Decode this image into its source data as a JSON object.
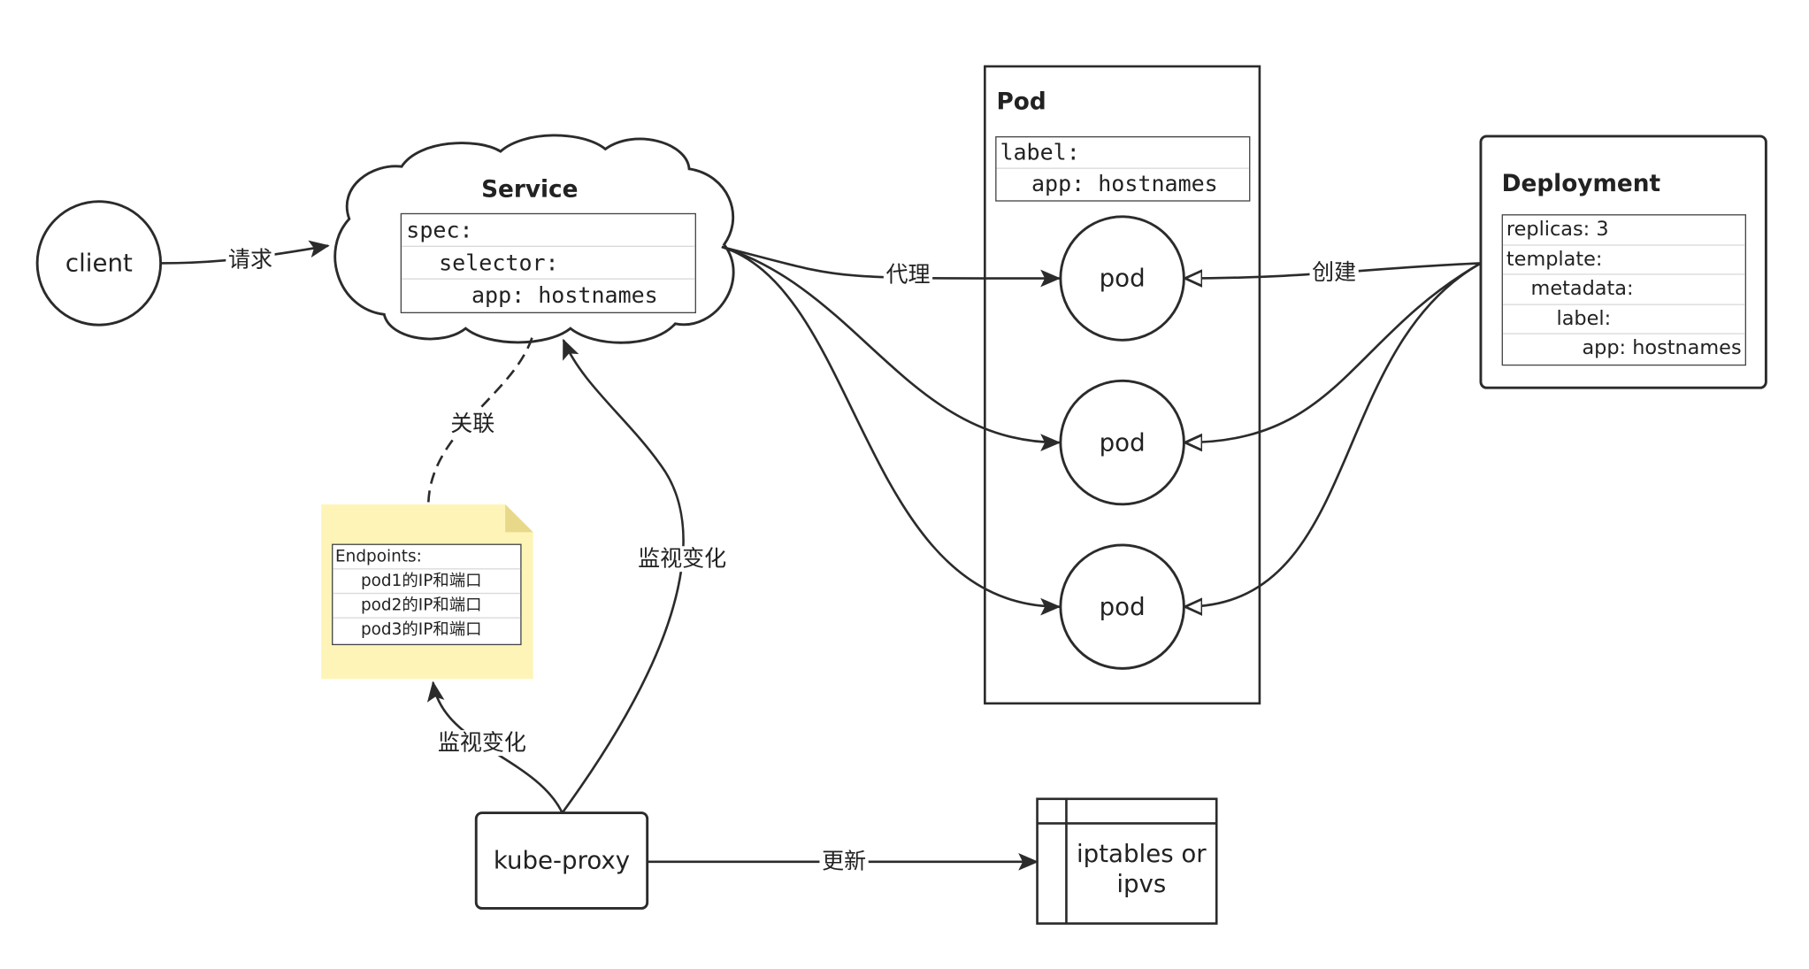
{
  "nodes": {
    "client": {
      "label": "client"
    },
    "service": {
      "title": "Service",
      "spec_lines": [
        "spec:",
        "selector:",
        "app: hostnames"
      ]
    },
    "pod_group": {
      "title": "Pod",
      "label_lines": [
        "label:",
        "app: hostnames"
      ],
      "pods": [
        "pod",
        "pod",
        "pod"
      ]
    },
    "deployment": {
      "title": "Deployment",
      "lines": [
        "replicas: 3",
        "template:",
        "metadata:",
        "label:",
        "app: hostnames"
      ]
    },
    "endpoints": {
      "lines": [
        "Endpoints:",
        "pod1的IP和端口",
        "pod2的IP和端口",
        "pod3的IP和端口"
      ]
    },
    "kube_proxy": {
      "label": "kube-proxy"
    },
    "iptables": {
      "label_line1": "iptables or",
      "label_line2": "ipvs"
    }
  },
  "edges": {
    "client_to_service": "请求",
    "service_to_pod": "代理",
    "deployment_to_pod": "创建",
    "service_endpoints": "关联",
    "proxy_watch_service": "监视变化",
    "proxy_watch_endpoints": "监视变化",
    "proxy_update": "更新"
  },
  "colors": {
    "stroke": "#2b2b2b",
    "note_fill": "#fff4b8",
    "note_fold": "#e8d88a",
    "background": "#ffffff"
  }
}
